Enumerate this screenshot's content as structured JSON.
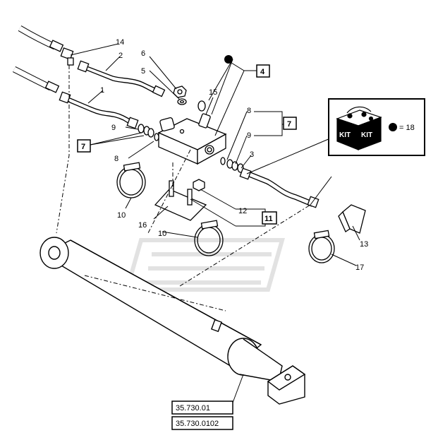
{
  "callouts": {
    "n1": "1",
    "n2": "2",
    "n3": "3",
    "n5": "5",
    "n6": "6",
    "n8a": "8",
    "n8b": "8",
    "n9a": "9",
    "n9b": "9",
    "n10a": "10",
    "n10b": "10",
    "n12": "12",
    "n13": "13",
    "n14": "14",
    "n15": "15",
    "n16": "16",
    "n17": "17"
  },
  "boxed_callouts": {
    "b4": "4",
    "b7a": "7",
    "b7b": "7",
    "b11": "11"
  },
  "kit_legend": {
    "box_label_1": "KIT",
    "box_label_2": "KIT",
    "equals_text": "= 18"
  },
  "references": {
    "ref1": "35.730.01",
    "ref2": "35.730.0102"
  },
  "colors": {
    "line": "#000000",
    "watermark": "#e6e6e6",
    "background": "#ffffff"
  }
}
